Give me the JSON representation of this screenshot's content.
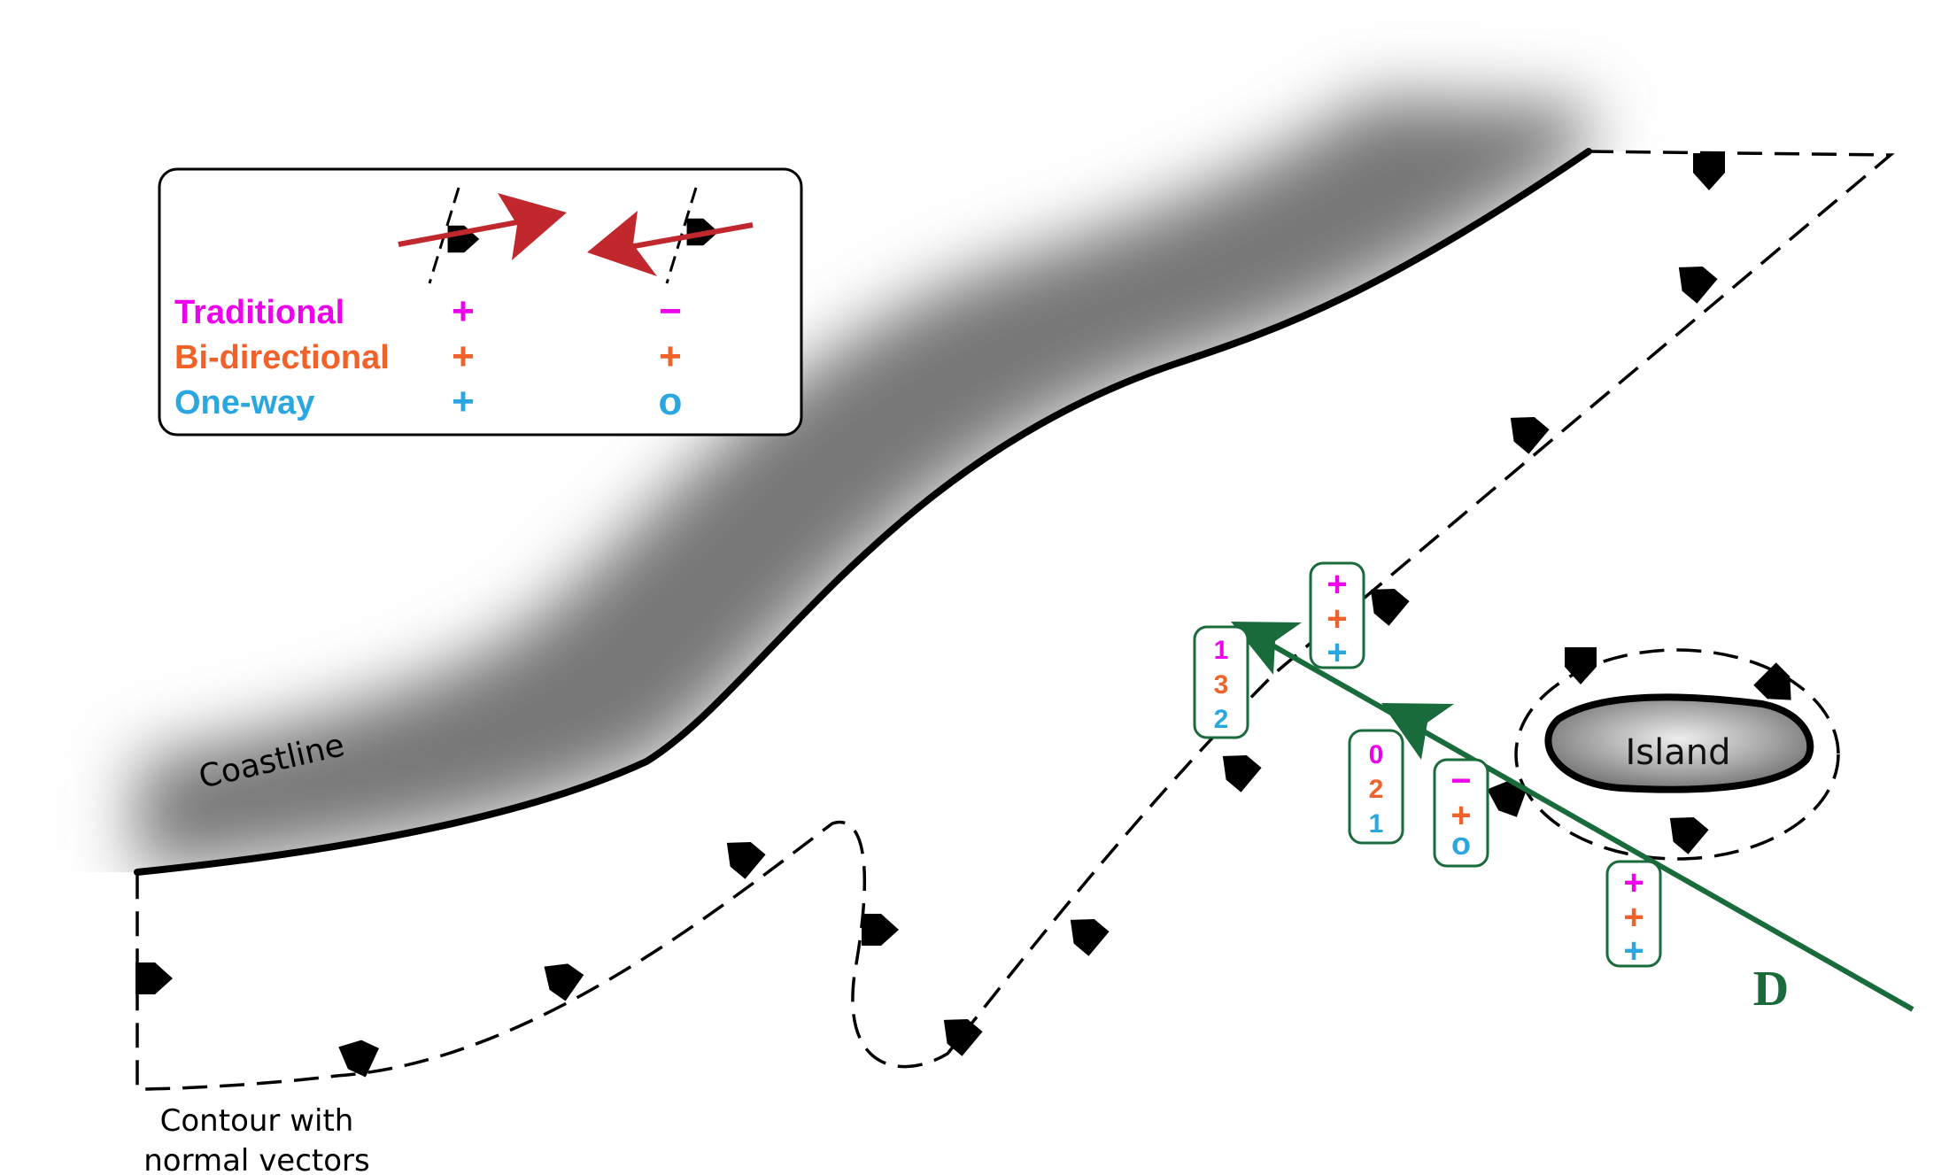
{
  "labels": {
    "coastline": "Coastline",
    "contour_line1": "Contour with",
    "contour_line2": "normal vectors",
    "island": "Island",
    "line": "D"
  },
  "legend": {
    "rows": [
      {
        "name": "Traditional",
        "color": "#ee00ee",
        "outward": "+",
        "inward": "−"
      },
      {
        "name": "Bi-directional",
        "color": "#f0622a",
        "outward": "+",
        "inward": "+"
      },
      {
        "name": "One-way",
        "color": "#2aa7e0",
        "outward": "+",
        "inward": "o"
      }
    ]
  },
  "badges": {
    "sign_a": [
      "+",
      "+",
      "+"
    ],
    "count_a": [
      "1",
      "3",
      "2"
    ],
    "count_b": [
      "0",
      "2",
      "1"
    ],
    "sign_b": [
      "−",
      "+",
      "o"
    ],
    "sign_c": [
      "+",
      "+",
      "+"
    ]
  },
  "colors": {
    "traditional": "#ee00ee",
    "bidirectional": "#f0622a",
    "oneway": "#2aa7e0",
    "line": "#1a6b3c",
    "arrow_red": "#c0282d",
    "vector": "#000000"
  }
}
